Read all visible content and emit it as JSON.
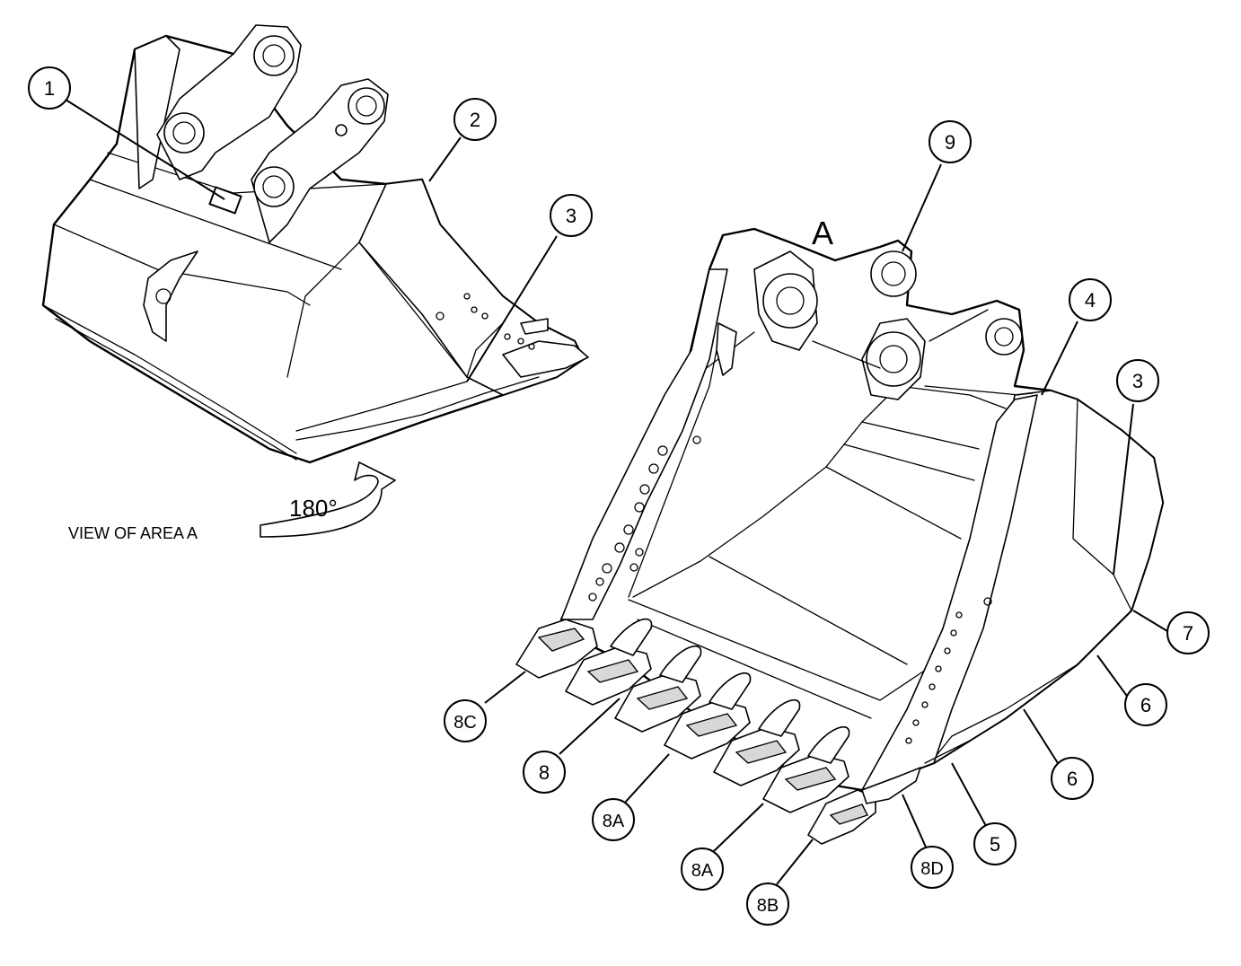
{
  "view_label": "VIEW OF AREA A",
  "area_label": "A",
  "rotation_label": "180°",
  "callouts": {
    "c1": "1",
    "c2": "2",
    "c3a": "3",
    "c9": "9",
    "c4": "4",
    "c3b": "3",
    "c7": "7",
    "c6a": "6",
    "c6b": "6",
    "c5": "5",
    "c8d": "8D",
    "c8b": "8B",
    "c8a2": "8A",
    "c8a1": "8A",
    "c8": "8",
    "c8c": "8C"
  }
}
